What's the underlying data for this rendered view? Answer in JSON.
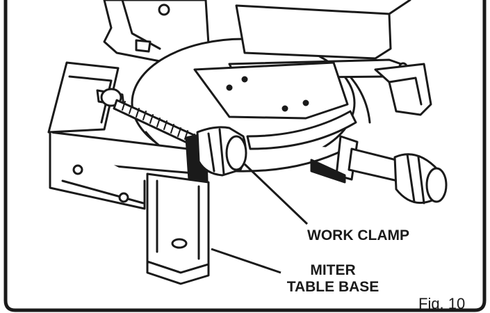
{
  "labels": {
    "work_clamp": "WORK CLAMP",
    "miter_line1": "MITER",
    "miter_line2": "TABLE BASE"
  },
  "figure": "Fig. 10"
}
